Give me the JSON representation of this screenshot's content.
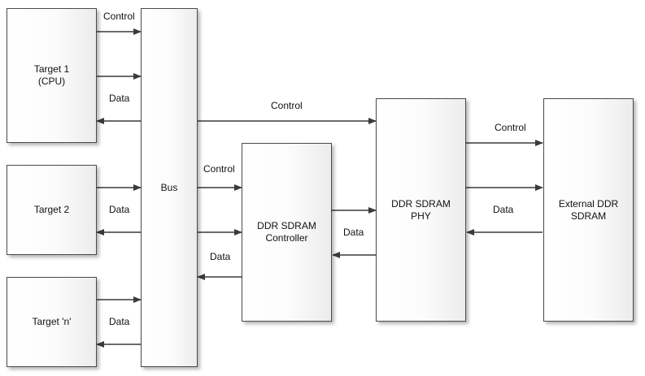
{
  "blocks": {
    "target1": "Target 1\n(CPU)",
    "target2": "Target 2",
    "targetn": "Target 'n'",
    "bus": "Bus",
    "controller": "DDR SDRAM\nController",
    "phy": "DDR SDRAM\nPHY",
    "sdram": "External DDR\nSDRAM"
  },
  "labels": {
    "control": "Control",
    "data": "Data"
  },
  "colors": {
    "line": "#3a3a3a",
    "box_border": "#4a4a4a"
  }
}
